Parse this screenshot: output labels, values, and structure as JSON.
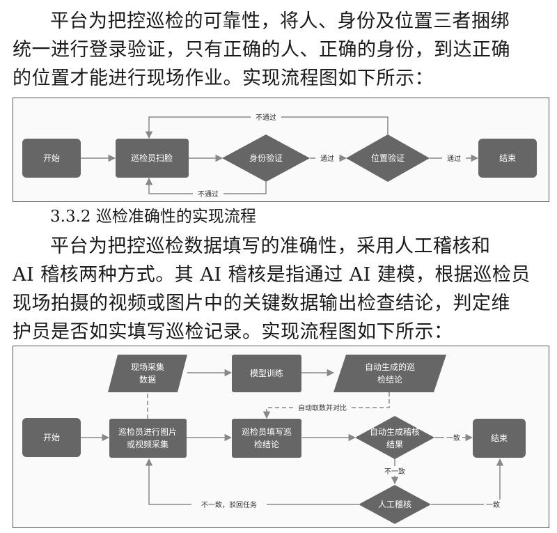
{
  "paragraph1": [
    "平台为把控巡检的可靠性，将人、身份及位置三者捆绑",
    "统一进行登录验证，只有正确的人、正确的身份，到达正确",
    "的位置才能进行现场作业。实现流程图如下所示："
  ],
  "heading": "3.3.2 巡检准确性的实现流程",
  "paragraph2": [
    "平台为把控巡检数据填写的准确性，采用人工稽核和",
    "AI 稽核两种方式。其 AI 稽核是指通过 AI 建模，根据巡检员",
    "现场拍摄的视频或图片中的关键数据输出检查结论，判定维",
    "护员是否如实填写巡检记录。实现流程图如下所示："
  ],
  "flow1": {
    "start": "开始",
    "face_scan": "巡检员扫脸",
    "identity_check": "身份验证",
    "location_check": "位置验证",
    "end": "结束",
    "pass1": "通过",
    "pass2": "通过",
    "fail_top": "不通过",
    "fail_bottom": "不通过"
  },
  "flow2": {
    "start": "开始",
    "collect_line1": "巡检员进行图片",
    "collect_line2": "或视频采集",
    "field_data_line1": "现场采集",
    "field_data_line2": "数据",
    "model_train": "模型训练",
    "auto_result_line1": "自动生成的巡",
    "auto_result_line2": "检结论",
    "fill_line1": "巡检员填写巡",
    "fill_line2": "检结论",
    "compare_label": "自动取数并对比",
    "audit_line1": "自动生成稽核",
    "audit_line2": "结果",
    "consistent1": "一致",
    "end": "结束",
    "inconsistent": "不一致",
    "manual_audit": "人工稽核",
    "reject": "不一致，驳回任务",
    "consistent2": "一致"
  }
}
